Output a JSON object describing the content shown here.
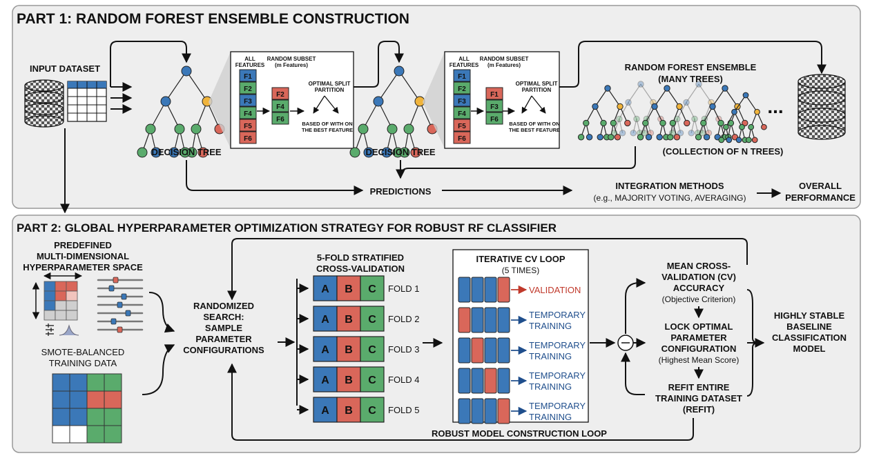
{
  "part1": {
    "title": "PART 1: RANDOM FOREST ENSEMBLE CONSTRUCTION",
    "input_dataset": "INPUT DATASET",
    "decision_tree_1": "DECISION TREE",
    "decision_tree_2": "DECISION TREE",
    "panel1": {
      "all_features_1": "ALL",
      "all_features_2": "FEATURES",
      "random_subset_1": "RANDOM SUBSET",
      "random_subset_2": "(m Features)",
      "features": [
        "F1",
        "F2",
        "F3",
        "F4",
        "F5",
        "F6"
      ],
      "subset": [
        "F2",
        "F4",
        "F6"
      ],
      "optimal_split_1": "OPTIMAL SPLIT",
      "optimal_split_2": "PARTITION",
      "based_1": "BASED OF WITH ON",
      "based_2": "THE BEST FEATURE"
    },
    "panel2": {
      "all_features_1": "ALL",
      "all_features_2": "FEATURES",
      "random_subset_1": "RANDOM SUBSET",
      "random_subset_2": "(m Features)",
      "features": [
        "F1",
        "F2",
        "F3",
        "F4",
        "F5",
        "F6"
      ],
      "subset": [
        "F1",
        "F3",
        "F6"
      ],
      "optimal_split_1": "OPTIMAL SPLIT",
      "optimal_split_2": "PARTITION",
      "based_1": "BASED OF WITH ON",
      "based_2": "THE BEST FEATURE"
    },
    "ensemble_1": "RANDOM FOREST ENSEMBLE",
    "ensemble_2": "(MANY TREES)",
    "ellipsis": "...",
    "collection": "(COLLECTION OF N TREES)",
    "predictions": "PREDICTIONS",
    "integration_1": "INTEGRATION METHODS",
    "integration_2": "(e.g., MAJORITY VOTING, AVERAGING)",
    "overall_1": "OVERALL",
    "overall_2": "PERFORMANCE"
  },
  "part2": {
    "title": "PART 2: GLOBAL HYPERPARAMETER OPTIMIZATION STRATEGY FOR ROBUST RF CLASSIFIER",
    "space_1": "PREDEFINED",
    "space_2": "MULTI-DIMENSIONAL",
    "space_3": "HYPERPARAMETER SPACE",
    "smote_1": "SMOTE-BALANCED",
    "smote_2": "TRAINING DATA",
    "search_1": "RANDOMIZED",
    "search_2": "SEARCH:",
    "search_3": "SAMPLE",
    "search_4": "PARAMETER",
    "search_5": "CONFIGURATIONS",
    "cv_1": "5-FOLD STRATIFIED",
    "cv_2": "CROSS-VALIDATION",
    "fold_cells": [
      "A",
      "B",
      "C"
    ],
    "folds": [
      "FOLD 1",
      "FOLD 2",
      "FOLD 3",
      "FOLD 4",
      "FOLD 5"
    ],
    "loop_1": "ITERATIVE CV LOOP",
    "loop_2": "(5 TIMES)",
    "validation": "VALIDATION",
    "temp_1": "TEMPORARY",
    "temp_2": "TRAINING",
    "mean_1": "MEAN CROSS-",
    "mean_2": "VALIDATION (CV)",
    "mean_3": "ACCURACY",
    "mean_4": "(Objective Criterion)",
    "lock_1": "LOCK OPTIMAL",
    "lock_2": "PARAMETER",
    "lock_3": "CONFIGURATION",
    "lock_4": "(Highest Mean Score)",
    "refit_1": "REFIT ENTIRE",
    "refit_2": "TRAINING DATASET",
    "refit_3": "(REFIT)",
    "final_1": "HIGHLY STABLE",
    "final_2": "BASELINE",
    "final_3": "CLASSIFICATION",
    "final_4": "MODEL",
    "robust_loop": "ROBUST MODEL CONSTRUCTION LOOP"
  },
  "colors": {
    "blue": "#3b78b8",
    "green": "#5aab6c",
    "red": "#d9675a",
    "orange": "#f0b43c",
    "panel_bg": "#eeeeee",
    "validation_text": "#c0392b",
    "training_text": "#1f4e8c"
  }
}
